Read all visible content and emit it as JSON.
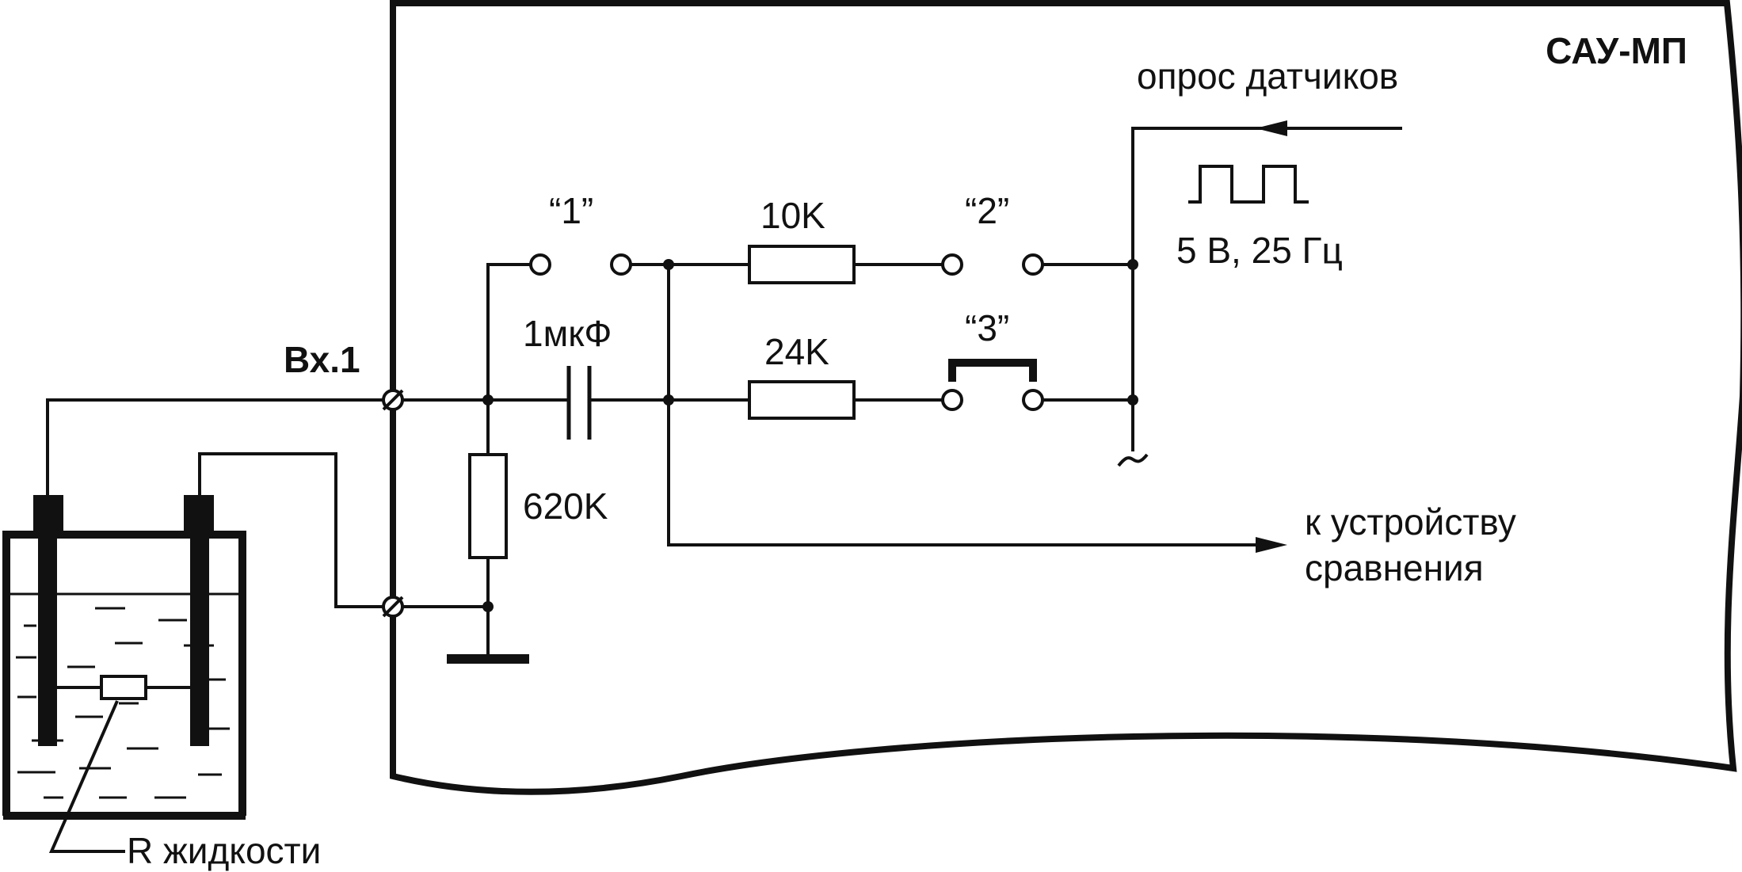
{
  "device_title": "САУ-МП",
  "input_label": "Вх.1",
  "sensor_poll_label": "опрос датчиков",
  "pulse_label": "5 В, 25 Гц",
  "comparator_label_line1": "к устройству",
  "comparator_label_line2": "сравнения",
  "liquid_resistance_label": "R жидкости",
  "components": {
    "capacitor": "1мкФ",
    "resistor_shunt": "620K",
    "resistor_top": "10K",
    "resistor_bottom": "24K"
  },
  "switches": {
    "sw1": "“1”",
    "sw2": "“2”",
    "sw3": "“3”"
  }
}
